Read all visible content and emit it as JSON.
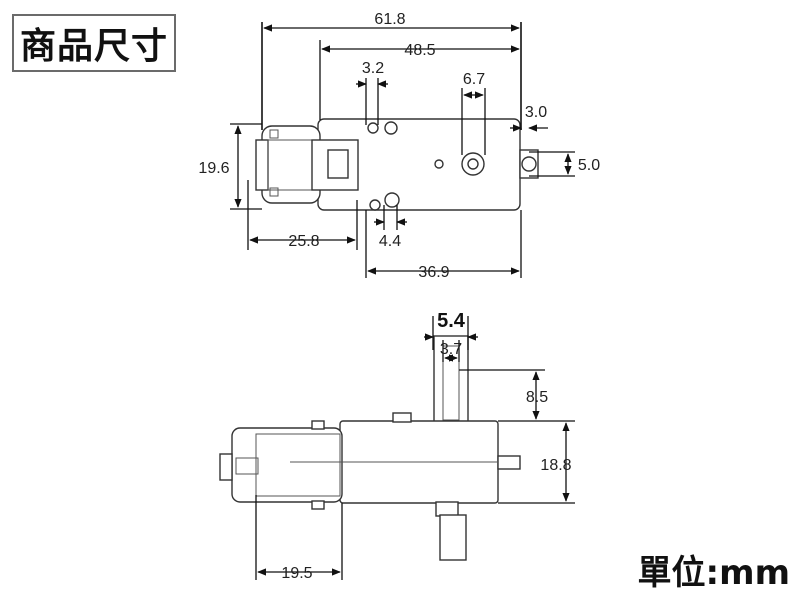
{
  "title": "商品尺寸",
  "unit_label": "單位:mm",
  "top_view": {
    "overall_length": "61.8",
    "gearbox_length": "48.5",
    "hole_diameter": "3.2",
    "shaft_width": "6.7",
    "shaft_offset": "3.0",
    "height": "19.6",
    "shaft_height": "5.0",
    "motor_length": "25.8",
    "post_diameter": "4.4",
    "gearbox_body": "36.9"
  },
  "side_view": {
    "shaft_outer": "5.4",
    "shaft_inner": "3.7",
    "shaft_protrusion": "8.5",
    "body_height": "18.8",
    "motor_section": "19.5"
  }
}
